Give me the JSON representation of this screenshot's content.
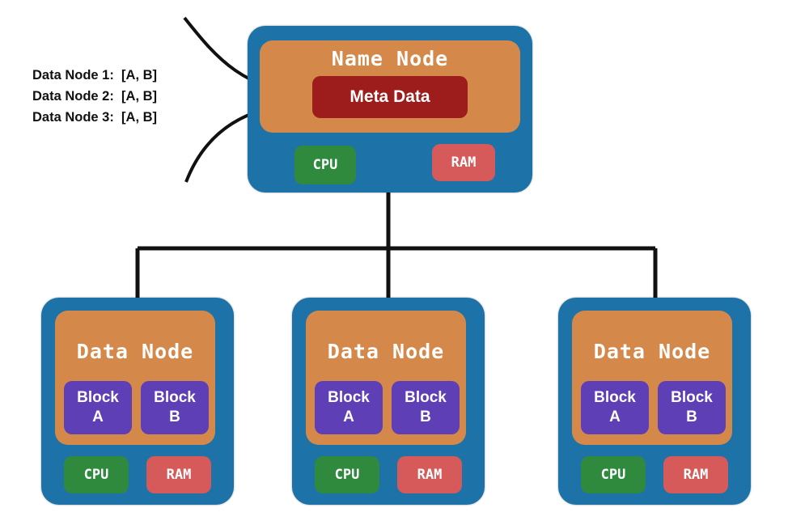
{
  "colors": {
    "outer_box": "#1d73a8",
    "inner_box": "#d4894a",
    "meta_data": "#9c1d1c",
    "block": "#5e3fb5",
    "cpu": "#2f8a3d",
    "ram": "#d65a5a",
    "line": "#111111"
  },
  "metadata_list": [
    {
      "label": "Data Node 1:",
      "value": "[A, B]"
    },
    {
      "label": "Data Node 2:",
      "value": "[A, B]"
    },
    {
      "label": "Data Node 3:",
      "value": "[A, B]"
    }
  ],
  "name_node": {
    "title": "Name Node",
    "meta_label": "Meta Data",
    "cpu_label": "CPU",
    "ram_label": "RAM"
  },
  "data_nodes": [
    {
      "title": "Data Node",
      "block_word": "Block",
      "blocks": [
        "A",
        "B"
      ],
      "cpu_label": "CPU",
      "ram_label": "RAM"
    },
    {
      "title": "Data Node",
      "block_word": "Block",
      "blocks": [
        "A",
        "B"
      ],
      "cpu_label": "CPU",
      "ram_label": "RAM"
    },
    {
      "title": "Data Node",
      "block_word": "Block",
      "blocks": [
        "A",
        "B"
      ],
      "cpu_label": "CPU",
      "ram_label": "RAM"
    }
  ]
}
